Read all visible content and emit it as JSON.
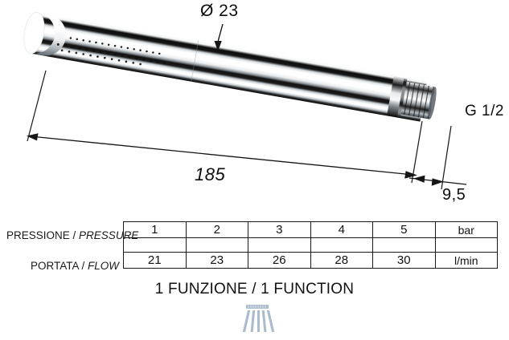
{
  "drawing": {
    "product": "hand-shower-rod",
    "labels": {
      "diameter": "Ø 23",
      "thread": "G 1/2",
      "length": "185",
      "thread_length": "9,5"
    },
    "colors": {
      "chrome_light": "#ffffff",
      "chrome_dark": "#111111",
      "chrome_mid": "#bfc4c9",
      "line": "#1a1a1a"
    }
  },
  "table": {
    "row_labels": {
      "pressure_it": "PRESSIONE /",
      "pressure_en": "PRESSURE",
      "flow_it": "PORTATA /",
      "flow_en": "FLOW"
    },
    "pressure_values": [
      "1",
      "2",
      "3",
      "4",
      "5"
    ],
    "pressure_unit": "bar",
    "blank_row": [
      "",
      "",
      "",
      "",
      "",
      ""
    ],
    "flow_values": [
      "21",
      "23",
      "26",
      "28",
      "30"
    ],
    "flow_unit": "l/min"
  },
  "caption": {
    "text": "1 FUNZIONE  / 1 FUNCTION"
  },
  "icon": {
    "name": "shower-spray-icon",
    "color": "#a8bcce",
    "streams": 5
  }
}
